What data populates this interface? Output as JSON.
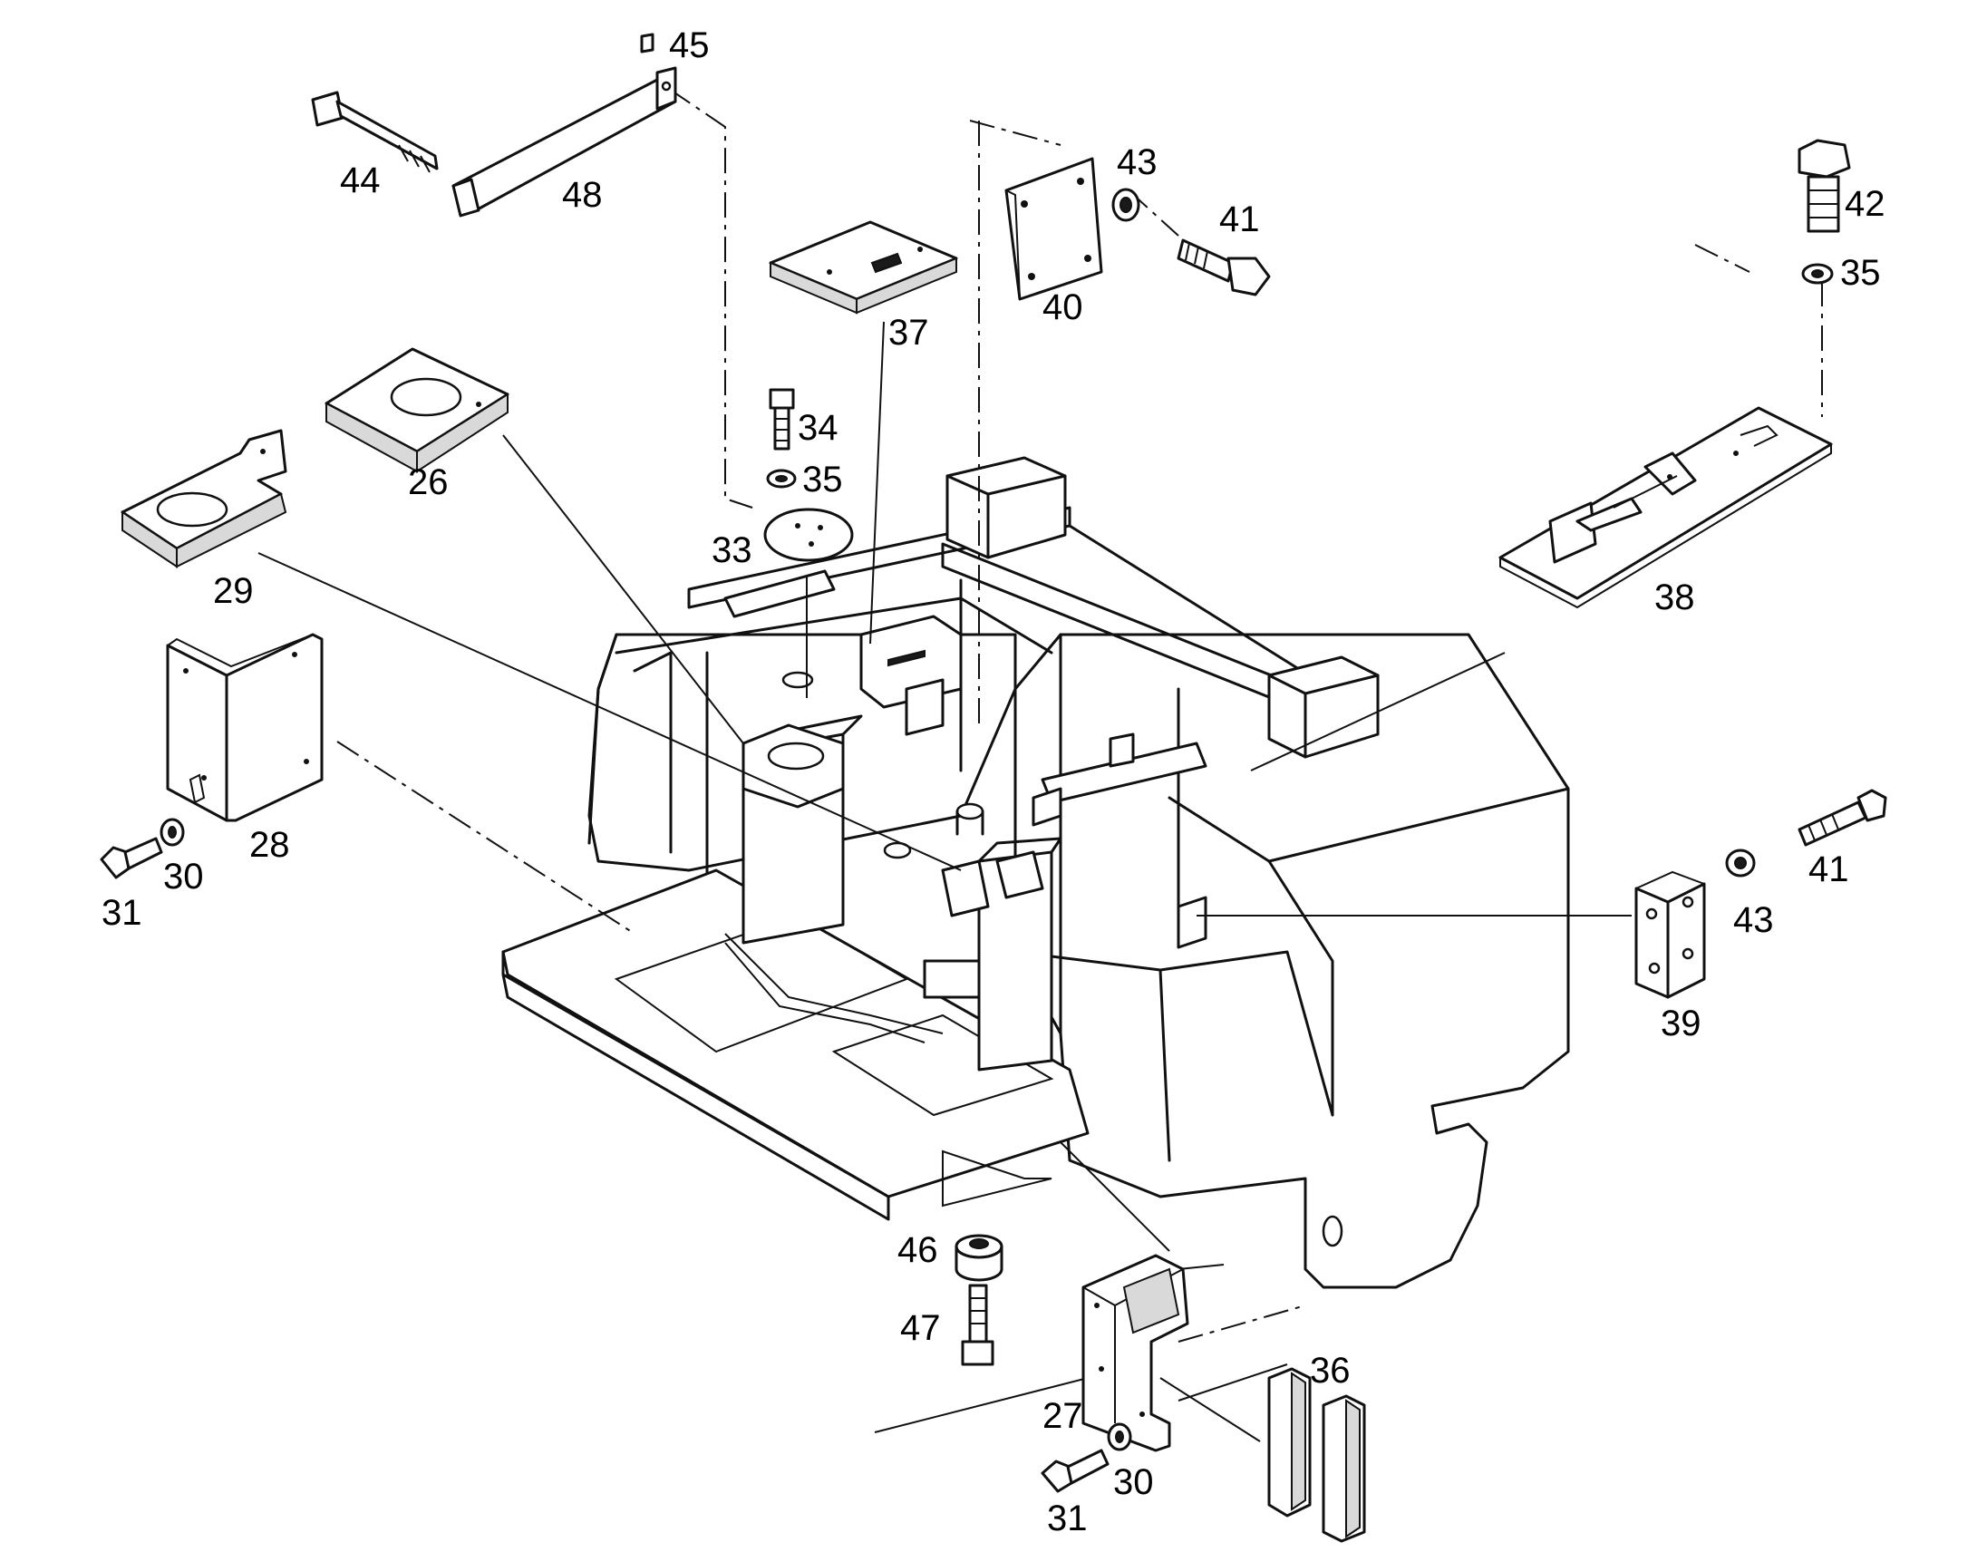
{
  "diagram": {
    "type": "exploded-parts-view",
    "line_color": "#111111",
    "background": "#ffffff",
    "callouts": [
      {
        "id": "c45",
        "label": "45"
      },
      {
        "id": "c44",
        "label": "44"
      },
      {
        "id": "c48",
        "label": "48"
      },
      {
        "id": "c43a",
        "label": "43"
      },
      {
        "id": "c41a",
        "label": "41"
      },
      {
        "id": "c40",
        "label": "40"
      },
      {
        "id": "c42",
        "label": "42"
      },
      {
        "id": "c35a",
        "label": "35"
      },
      {
        "id": "c37",
        "label": "37"
      },
      {
        "id": "c34",
        "label": "34"
      },
      {
        "id": "c35b",
        "label": "35"
      },
      {
        "id": "c33",
        "label": "33"
      },
      {
        "id": "c26",
        "label": "26"
      },
      {
        "id": "c29",
        "label": "29"
      },
      {
        "id": "c38",
        "label": "38"
      },
      {
        "id": "c28",
        "label": "28"
      },
      {
        "id": "c30a",
        "label": "30"
      },
      {
        "id": "c31a",
        "label": "31"
      },
      {
        "id": "c41b",
        "label": "41"
      },
      {
        "id": "c43b",
        "label": "43"
      },
      {
        "id": "c39",
        "label": "39"
      },
      {
        "id": "c46",
        "label": "46"
      },
      {
        "id": "c47",
        "label": "47"
      },
      {
        "id": "c36",
        "label": "36"
      },
      {
        "id": "c27",
        "label": "27"
      },
      {
        "id": "c30b",
        "label": "30"
      },
      {
        "id": "c31b",
        "label": "31"
      }
    ]
  }
}
